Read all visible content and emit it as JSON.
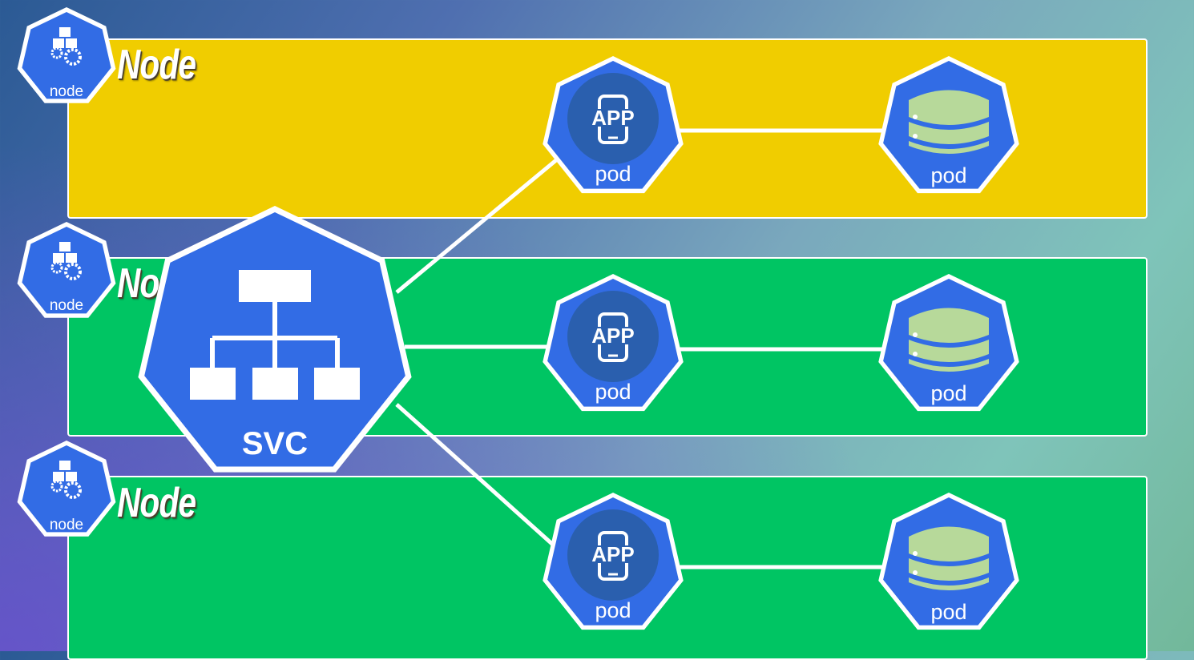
{
  "nodes": [
    {
      "label": "Node",
      "icon_label": "node",
      "band_color": "#f0cd00"
    },
    {
      "label": "No",
      "icon_label": "node",
      "band_color": "#00c563"
    },
    {
      "label": "Node",
      "icon_label": "node",
      "band_color": "#00c563"
    }
  ],
  "service": {
    "label": "SVC",
    "icon": "sitemap-icon",
    "color": "#326ce5"
  },
  "app_pods": [
    {
      "label": "pod",
      "icon_text": "APP",
      "icon": "mobile-app-icon"
    },
    {
      "label": "pod",
      "icon_text": "APP",
      "icon": "mobile-app-icon"
    },
    {
      "label": "pod",
      "icon_text": "APP",
      "icon": "mobile-app-icon"
    }
  ],
  "db_pods": [
    {
      "label": "pod",
      "icon": "database-icon"
    },
    {
      "label": "pod",
      "icon": "database-icon"
    },
    {
      "label": "pod",
      "icon": "database-icon"
    }
  ],
  "colors": {
    "kube_blue": "#326ce5",
    "db_green": "#b7d99a",
    "app_circle": "#2a5fae"
  }
}
